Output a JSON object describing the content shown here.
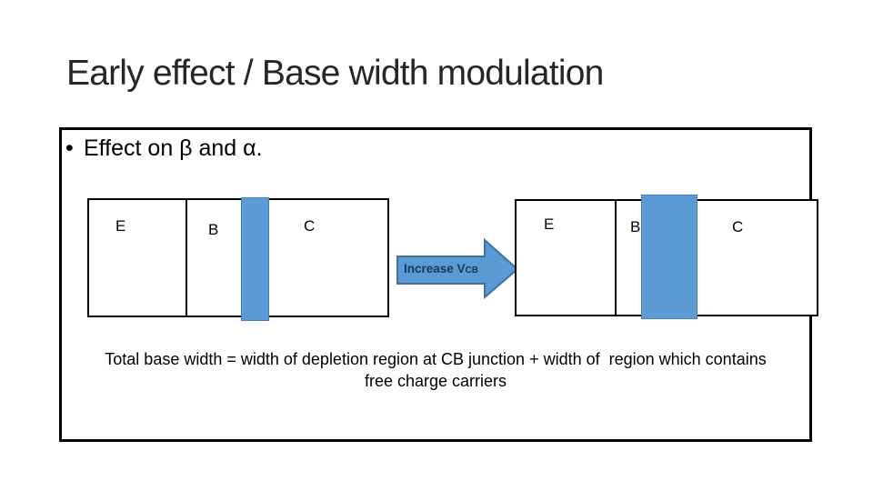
{
  "slide": {
    "title": "Early effect / Base width modulation",
    "bullet": {
      "marker": "•",
      "text": "Effect on β and α."
    },
    "caption": {
      "line1": "Total base width = width of depletion region at CB junction + width of  region which contains",
      "line2": "free charge carriers"
    }
  },
  "transition_arrow": {
    "label": "Increase V",
    "subscript": "CB"
  },
  "diagram_before": {
    "regions": {
      "emitter": "E",
      "base": "B",
      "collector": "C"
    }
  },
  "diagram_after": {
    "regions": {
      "emitter": "E",
      "base": "B",
      "collector": "C"
    }
  },
  "colors": {
    "canvas_bg": "#ffffff",
    "title_text": "#262626",
    "body_text": "#000000",
    "outline": "#000000",
    "depletion_fill": "#5b9bd5",
    "depletion_border": "#4a7ebb",
    "arrow_fill": "#5b9bd5",
    "arrow_border": "#41719c",
    "arrow_text": "#17365d"
  }
}
